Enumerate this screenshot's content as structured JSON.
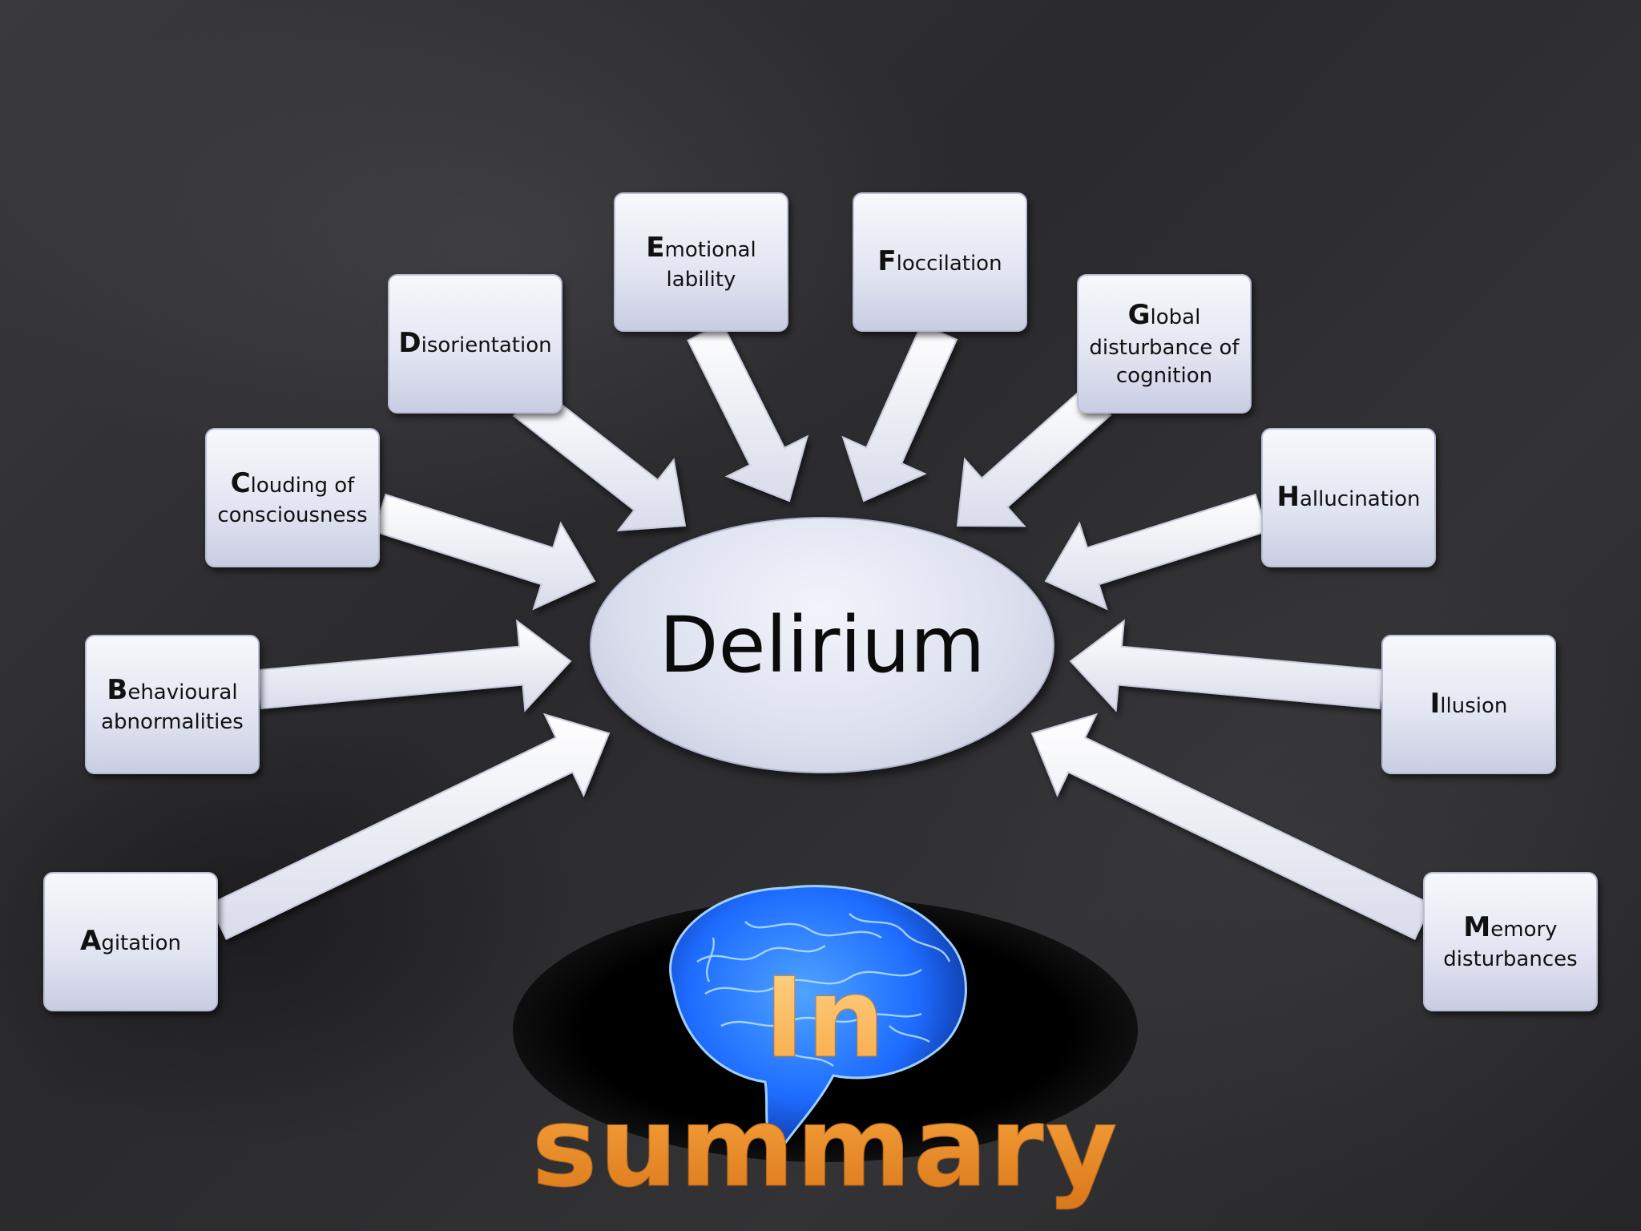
{
  "center": "Delirium",
  "items": [
    {
      "initial": "A",
      "lines": [
        "gitation"
      ]
    },
    {
      "initial": "B",
      "lines": [
        "ehavioural",
        "abnormalities"
      ]
    },
    {
      "initial": "C",
      "lines": [
        "louding of",
        "consciousness"
      ]
    },
    {
      "initial": "D",
      "lines": [
        "isorientation"
      ]
    },
    {
      "initial": "E",
      "lines": [
        "motional",
        "lability"
      ]
    },
    {
      "initial": "F",
      "lines": [
        "loccilation"
      ]
    },
    {
      "initial": "G",
      "lines": [
        "lobal",
        "disturbance of",
        "cognition"
      ]
    },
    {
      "initial": "H",
      "lines": [
        "allucination"
      ]
    },
    {
      "initial": "I",
      "lines": [
        "llusion"
      ]
    },
    {
      "initial": "M",
      "lines": [
        "emory",
        "disturbances"
      ]
    }
  ],
  "summary": "In summary",
  "colors": {
    "box_top": "#f7f8fc",
    "box_bottom": "#c9cde3",
    "arrow": "#eef0f8",
    "summary_text": "#f7a23b",
    "brain": "#1e6cff"
  },
  "icons": [
    "brain-icon"
  ]
}
